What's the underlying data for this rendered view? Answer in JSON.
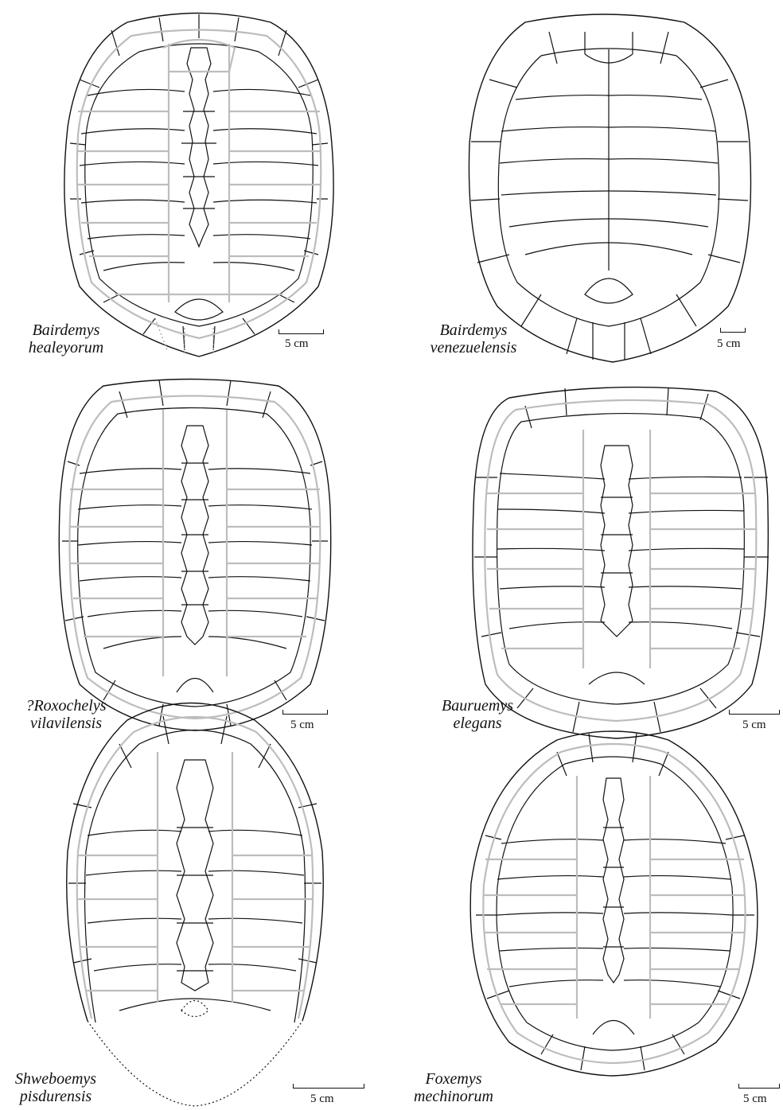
{
  "specimens": [
    {
      "genus": "Bairdemys",
      "species": "healeyorum",
      "scale": "5 cm"
    },
    {
      "genus": "Bairdemys",
      "species": "venezuelensis",
      "scale": "5 cm"
    },
    {
      "genus": "?Roxochelys",
      "species": "vilavilensis",
      "scale": "5 cm"
    },
    {
      "genus": "Bauruemys",
      "species": "elegans",
      "scale": "5 cm"
    },
    {
      "genus": "Shweboemys",
      "species": "pisdurensis",
      "scale": "5 cm"
    },
    {
      "genus": "Foxemys",
      "species": "mechinorum",
      "scale": "5 cm"
    }
  ],
  "colors": {
    "scute_sulci": "#111111",
    "bone_sutures": "#bdbdbd"
  }
}
